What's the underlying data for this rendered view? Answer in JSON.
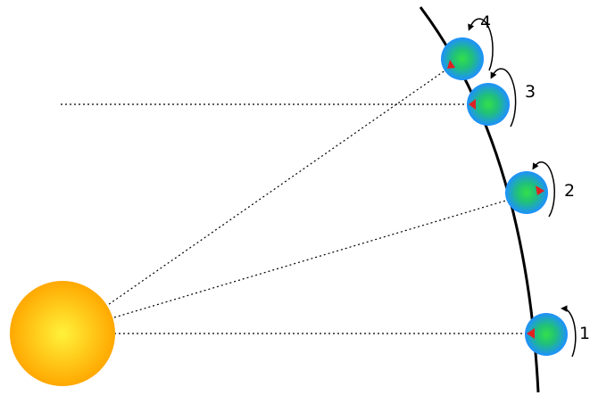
{
  "colors": {
    "sun_core": "#fff23a",
    "sun_edge": "#ffa800",
    "earth_core": "#33e04a",
    "earth_edge": "#1e90ff",
    "marker": "#e02020",
    "line": "#000000"
  },
  "icons": {
    "sun": "sun-icon",
    "earth": "earth-icon",
    "marker": "triangle-marker-icon",
    "rotation": "rotation-arrow-icon"
  },
  "positions": [
    {
      "label": "1"
    },
    {
      "label": "2"
    },
    {
      "label": "3"
    },
    {
      "label": "4"
    }
  ]
}
